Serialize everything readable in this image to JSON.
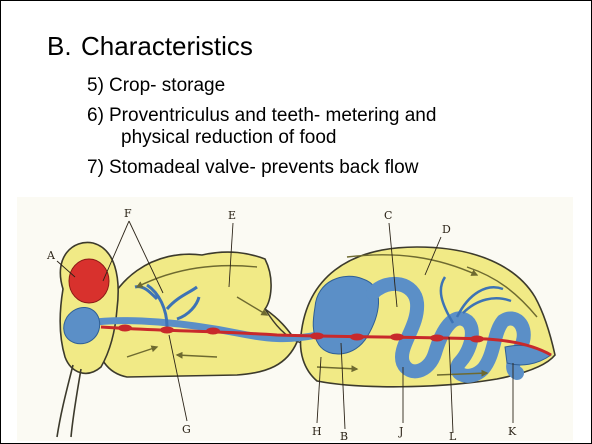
{
  "heading": {
    "letter": "B.",
    "text": "Characteristics"
  },
  "bullets": [
    {
      "num": "5)",
      "line1": "Crop- storage",
      "line2": ""
    },
    {
      "num": "6)",
      "line1": "Proventriculus and teeth- metering and",
      "line2": "physical reduction of food"
    },
    {
      "num": "7)",
      "line1": "Stomadeal valve- prevents back flow",
      "line2": ""
    }
  ],
  "diagram": {
    "labels": [
      "A",
      "F",
      "E",
      "C",
      "D",
      "G",
      "H",
      "B",
      "J",
      "L",
      "K"
    ],
    "colors": {
      "body_fill": "#f1ea86",
      "outline": "#3c3a2c",
      "gut_blue": "#5b8fc7",
      "brain_red": "#d8312d",
      "nerve_red": "#c8292b",
      "arrow": "#6e6a30"
    }
  }
}
